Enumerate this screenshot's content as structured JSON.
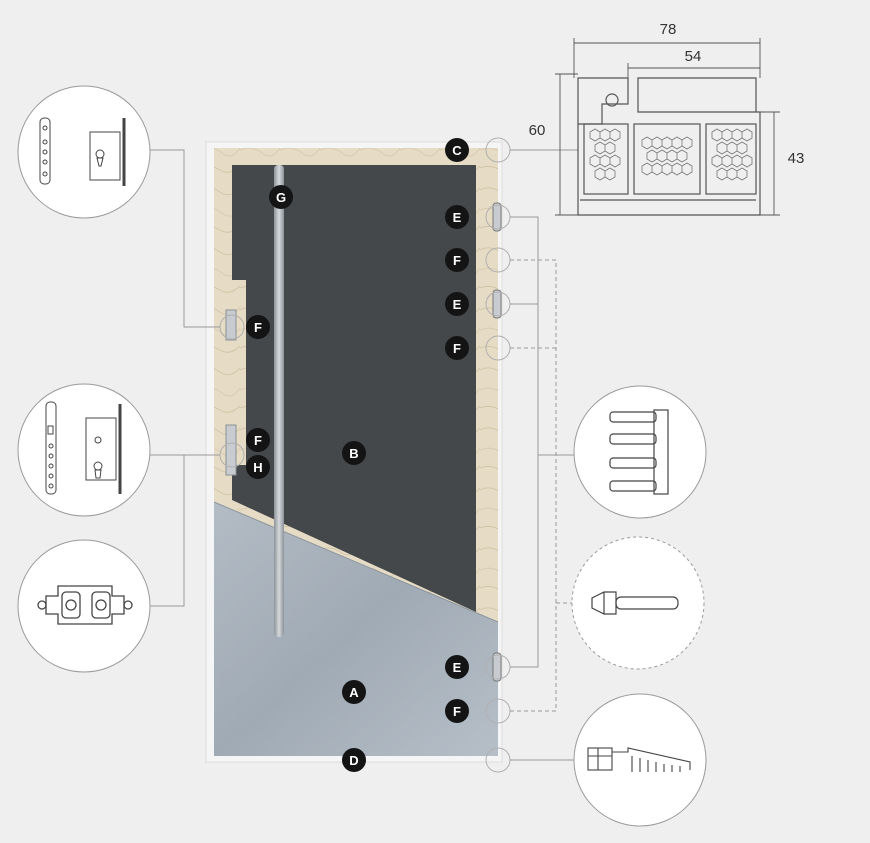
{
  "profile": {
    "dimensions": {
      "width_total": "78",
      "width_inner": "54",
      "height_left": "60",
      "height_right": "43"
    }
  },
  "labels": {
    "A": "A",
    "B": "B",
    "C": "C",
    "D": "D",
    "E": "E",
    "F": "F",
    "G": "G",
    "H": "H"
  },
  "colors": {
    "background": "#efefef",
    "door_panel": "#45484b",
    "wood": "#e6dcc6",
    "steel": "#a3adb7",
    "badge": "#141414",
    "line": "#9a9a9a",
    "detail_circle": "#ffffff"
  },
  "callouts": {
    "left_top": "lock-plate-and-cylinder-lock-detail",
    "left_middle": "main-lock-detail",
    "left_bottom": "strike-plate-detail",
    "right_hinge": "hinge-detail",
    "right_pin": "anti-lift-pin-detail",
    "right_threshold": "threshold-profile-detail"
  }
}
